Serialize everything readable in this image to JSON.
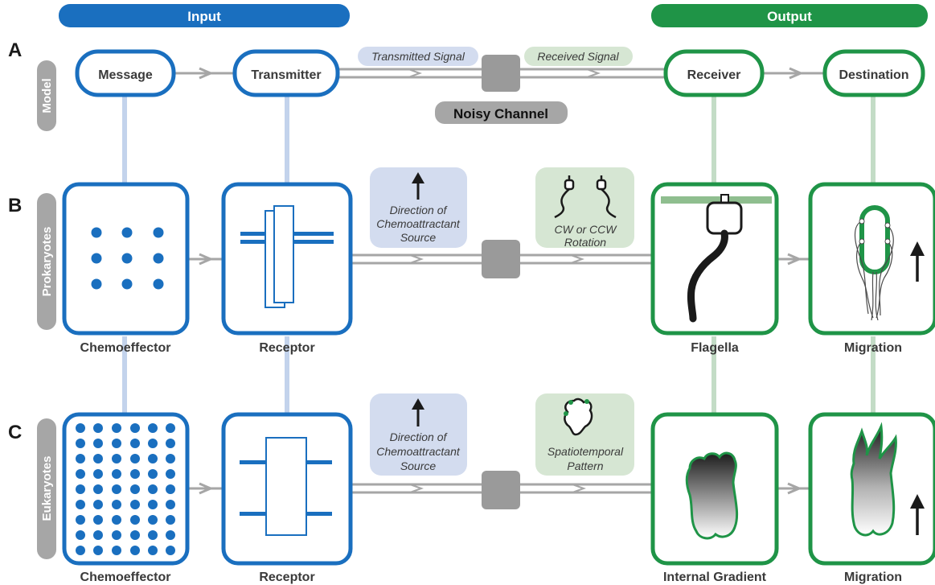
{
  "headers": {
    "input": "Input",
    "output": "Output"
  },
  "rows": {
    "a": {
      "letter": "A",
      "label": "Model"
    },
    "b": {
      "letter": "B",
      "label": "Prokaryotes"
    },
    "c": {
      "letter": "C",
      "label": "Eukaryotes"
    }
  },
  "model": {
    "message": "Message",
    "transmitter": "Transmitter",
    "receiver": "Receiver",
    "destination": "Destination",
    "transmitted_signal": "Transmitted Signal",
    "received_signal": "Received Signal",
    "noisy_channel": "Noisy Channel"
  },
  "prokaryotes": {
    "chemoeffector": "Chemoeffector",
    "receptor": "Receptor",
    "flagella": "Flagella",
    "migration": "Migration",
    "signal_line1": "Direction of",
    "signal_line2": "Chemoattractant",
    "signal_line3": "Source",
    "received_line1": "CW or CCW",
    "received_line2": "Rotation"
  },
  "eukaryotes": {
    "chemoeffector": "Chemoeffector",
    "receptor": "Receptor",
    "internal_gradient": "Internal Gradient",
    "migration": "Migration",
    "signal_line1": "Direction of",
    "signal_line2": "Chemoattractant",
    "signal_line3": "Source",
    "received_line1": "Spatiotemporal",
    "received_line2": "Pattern"
  },
  "colors": {
    "input_blue": "#1a6fbf",
    "output_green": "#1f9447",
    "link_blue": "#c3d3ec",
    "link_green": "#c3dcc6",
    "grey": "#a6a6a6",
    "channel_grey": "#9a9a9a",
    "signal_blue_bg": "#d3dcef",
    "signal_green_bg": "#d6e6d3"
  }
}
